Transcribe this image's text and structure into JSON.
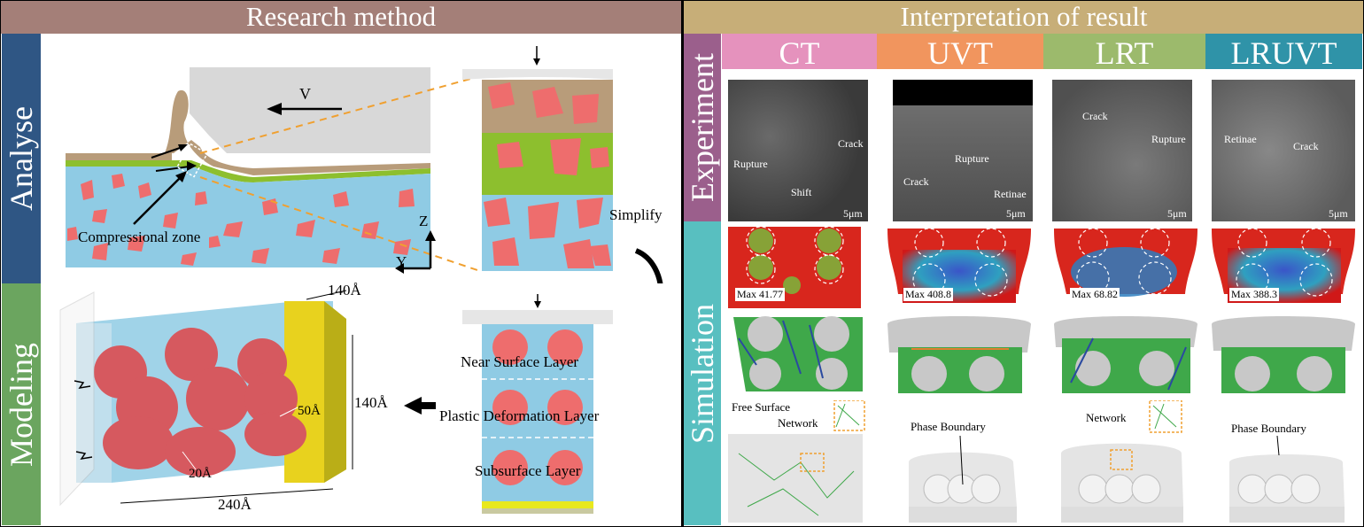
{
  "headers": {
    "research_method": "Research method",
    "interpretation": "Interpretation of result"
  },
  "side": {
    "analyse": "Analyse",
    "modeling": "Modeling",
    "experiment": "Experiment",
    "simulation": "Simulation"
  },
  "columns": [
    {
      "label": "CT",
      "color": "#e592bd"
    },
    {
      "label": "UVT",
      "color": "#f1955e"
    },
    {
      "label": "LRT",
      "color": "#9cba6c"
    },
    {
      "label": "LRUVT",
      "color": "#2f93a8"
    }
  ],
  "analyse": {
    "v_label": "V",
    "compressional_zone": "Compressional zone",
    "axis_z": "Z",
    "axis_y": "Y",
    "simplify": "Simplify"
  },
  "model": {
    "dim_top": "140Å",
    "dim_right": "140Å",
    "dim_bottom": "240Å",
    "dim_particle": "50Å",
    "dim_gap": "20Å"
  },
  "layers": {
    "near": "Near Surface Layer",
    "plastic": "Plastic Deformation Layer",
    "subsurface": "Subsurface Layer"
  },
  "experiment": {
    "scale": "5μm",
    "ct": [
      "Crack",
      "Rupture",
      "Shift"
    ],
    "uvt": [
      "Rupture",
      "Crack",
      "Retinae"
    ],
    "lrt": [
      "Crack",
      "Rupture"
    ],
    "lruvt": [
      "Retinae",
      "Crack"
    ]
  },
  "max_values": [
    "Max 41.77",
    "Max 408.8",
    "Max 68.82",
    "Max 388.3"
  ],
  "surface": {
    "free_surface": "Free Surface",
    "network": "Network",
    "phase_boundary": "Phase Boundary"
  },
  "colors": {
    "header_brown": "#a47f78",
    "header_tan": "#c7ae78",
    "analyse_blue": "#2f5684",
    "modeling_green": "#6ba55f",
    "experiment_purple": "#9b5f8c",
    "simulation_teal": "#58bfc0",
    "substrate": "#8fcbe4",
    "particle": "#ee6d6d",
    "green_layer": "#8dbf2e",
    "chip": "#b89c7a"
  }
}
